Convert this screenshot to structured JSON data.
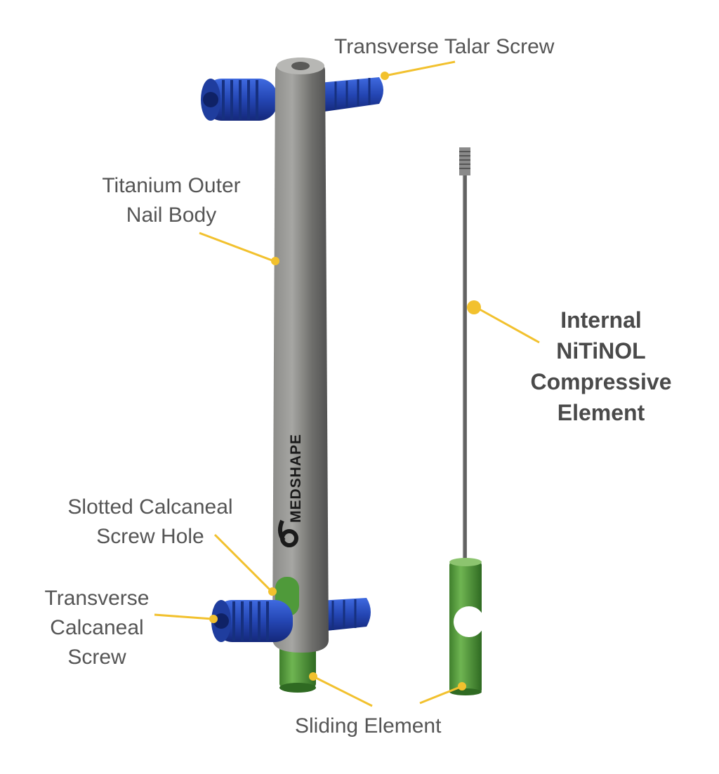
{
  "labels": {
    "transverse_talar_screw": "Transverse Talar Screw",
    "titanium_outer_nail_body": [
      "Titanium Outer",
      "Nail Body"
    ],
    "internal_nitinol": [
      "Internal",
      "NiTiNOL",
      "Compressive",
      "Element"
    ],
    "slotted_calcaneal_screw_hole": [
      "Slotted Calcaneal",
      "Screw Hole"
    ],
    "transverse_calcaneal_screw": [
      "Transverse",
      "Calcaneal",
      "Screw"
    ],
    "sliding_element": "Sliding Element"
  },
  "brand": "MEDSHAPE",
  "colors": {
    "background": "#ffffff",
    "label_text": "#555555",
    "leader_line": "#f2c12e",
    "screw_blue": "#2b4fbf",
    "nail_gray": "#7b7b78",
    "sliding_green": "#4f9a3a"
  }
}
